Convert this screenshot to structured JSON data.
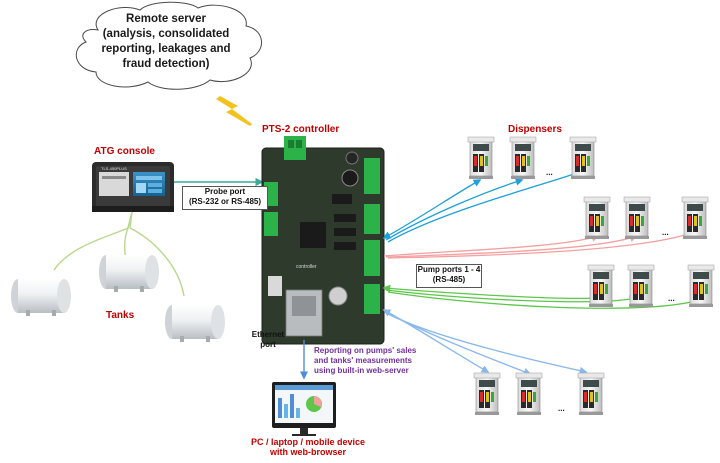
{
  "cloud": {
    "lines": [
      "Remote server",
      "(analysis, consolidated",
      "reporting, leakages and",
      "fraud detection)"
    ]
  },
  "controller": {
    "title": "PTS-2 controller",
    "board_mark": "controller"
  },
  "atg": {
    "title": "ATG console",
    "brand": "TLS-450PLUS"
  },
  "tanks": {
    "title": "Tanks"
  },
  "dispensers": {
    "title": "Dispensers",
    "ellipsis": "..."
  },
  "probe_port": {
    "line1": "Probe port",
    "line2": "(RS-232 or RS-485)"
  },
  "pump_ports": {
    "line1": "Pump ports 1 - 4",
    "line2": "(RS-485)"
  },
  "ethernet": {
    "line1": "Ethernet",
    "line2": "port"
  },
  "reporting": {
    "lines": [
      "Reporting on pumps' sales",
      "and tanks' measurements",
      "using built-in web-server"
    ]
  },
  "pc": {
    "line1": "PC / laptop / mobile device",
    "line2": "with web-browser"
  },
  "colors": {
    "title_red": "#c00000",
    "purple": "#7030a0",
    "group1": "#1ea0d8",
    "group2": "#f4a0a0",
    "group3": "#5cc74a",
    "group4": "#8ab8ea",
    "tank_lines": "#b8d88c",
    "probe_arrow": "#3aa89a",
    "web_arrow": "#4f8ed6",
    "lightning": "#f2c21e",
    "board": "#2d3a2c"
  }
}
